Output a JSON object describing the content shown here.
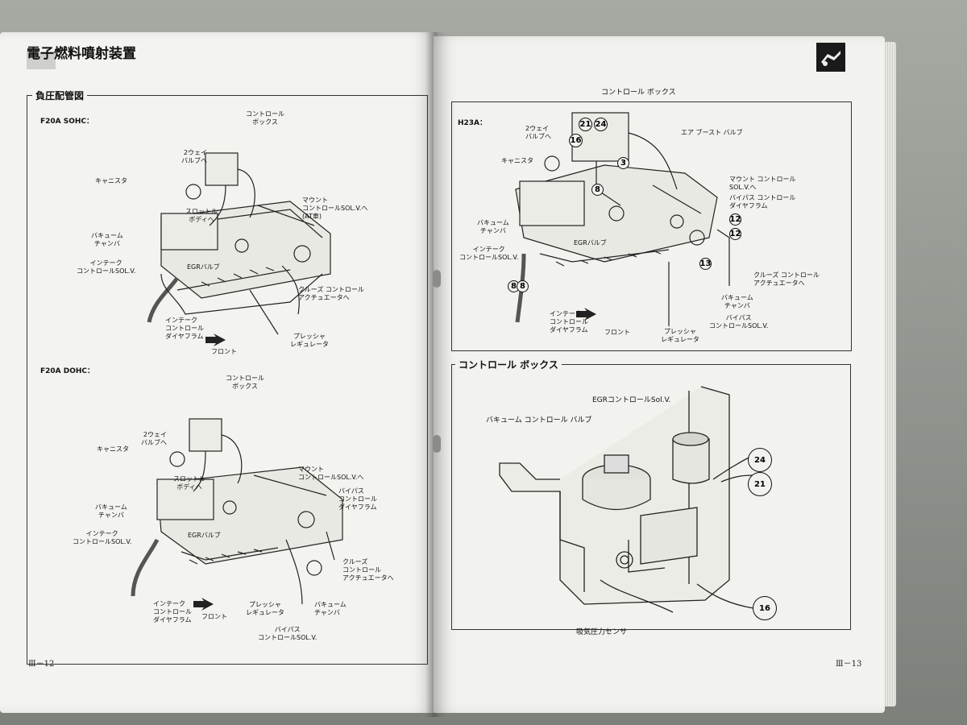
{
  "left_page": {
    "title": "電子燃料噴射装置",
    "section_label": "負圧配管図",
    "page_number": "Ⅲ－12",
    "sohc": {
      "engine_label": "F20A SOHC：",
      "labels": {
        "control_box": "コントロール\nボックス",
        "two_way": "2ウェイ\nバルブへ",
        "canister": "キャニスタ",
        "throttle": "スロットル\nボディへ",
        "mount": "マウント\nコントロールSOL.V.へ\n(AT車)",
        "vacuum_chamber": "バキューム\nチャンバ",
        "intake_sol": "インテーク\nコントロールSOL.V.",
        "egr": "EGRバルブ",
        "cruise": "クルーズ コントロール\nアクチュエータへ",
        "intake_diaphragm": "インテーク\nコントロール\nダイヤフラム",
        "front": "フロント",
        "pressure_reg": "プレッシャ\nレギュレータ"
      }
    },
    "dohc": {
      "engine_label": "F20A DOHC：",
      "labels": {
        "control_box": "コントロール\nボックス",
        "two_way": "2ウェイ\nバルブへ",
        "canister": "キャニスタ",
        "throttle": "スロットル\nボディへ",
        "mount": "マウント\nコントロールSOL.V.へ",
        "bypass_diaphragm": "バイパス\nコントロール\nダイヤフラム",
        "vacuum_chamber": "バキューム\nチャンバ",
        "intake_sol": "インテーク\nコントロールSOL.V.",
        "egr": "EGRバルブ",
        "cruise": "クルーズ\nコントロール\nアクチュエータへ",
        "intake_diaphragm": "インテーク\nコントロール\nダイヤフラム",
        "front": "フロント",
        "pressure_reg": "プレッシャ\nレギュレータ",
        "vacuum_chamber2": "バキューム\nチャンバ",
        "bypass_sol": "バイパス\nコントロールSOL.V."
      }
    }
  },
  "right_page": {
    "page_number": "Ⅲ－13",
    "h23a": {
      "engine_label": "H23A：",
      "labels": {
        "control_box": "コントロール ボックス",
        "two_way": "2ウェイ\nバルブへ",
        "canister": "キャニスタ",
        "air_boost": "エア ブースト バルブ",
        "mount": "マウント コントロール\nSOL.V.へ",
        "bypass_diaphragm": "バイパス コントロール\nダイヤフラム",
        "vacuum_chamber": "バキューム\nチャンバ",
        "intake_sol": "インテーク\nコントロールSOL.V.",
        "egr": "EGRバルブ",
        "cruise": "クルーズ コントロール\nアクチュエータへ",
        "vacuum_chamber2": "バキューム\nチャンバ",
        "bypass_sol": "バイパス\nコントロールSOL.V.",
        "intake_diaphragm": "インテーク\nコントロール\nダイヤフラム",
        "front": "フロント",
        "pressure_reg": "プレッシャ\nレギュレータ"
      },
      "circles": [
        "21",
        "24",
        "16",
        "3",
        "8",
        "8",
        "8",
        "12",
        "12",
        "13"
      ]
    },
    "control_box_section": {
      "section_label": "コントロール ボックス",
      "labels": {
        "egr_sol": "EGRコントロールSol.V.",
        "vacuum_valve": "バキューム コントロール バルブ",
        "map_sensor": "吸気圧力センサ"
      },
      "circles": [
        "24",
        "21",
        "16"
      ]
    }
  }
}
